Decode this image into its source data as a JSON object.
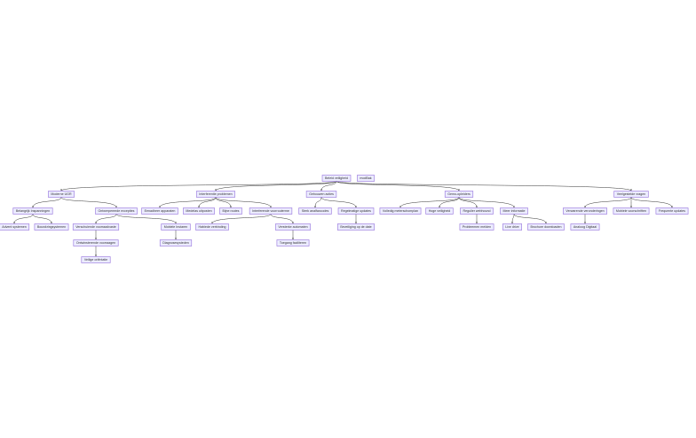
{
  "diagram": {
    "type": "flowchart-tree",
    "nodes": [
      {
        "id": "root",
        "label": "Beleid veiligheid"
      },
      {
        "id": "modbak",
        "label": "modBak"
      },
      {
        "id": "ugr",
        "label": "Moderne UGR"
      },
      {
        "id": "intprob",
        "label": "Interferentie problemen"
      },
      {
        "id": "geb",
        "label": "Gebouwen acties"
      },
      {
        "id": "gem",
        "label": "Gemo-opleiders"
      },
      {
        "id": "veel",
        "label": "Veelgestelde vragen"
      },
      {
        "id": "bel",
        "label": "Belangrijk Inspanningen"
      },
      {
        "id": "ont",
        "label": "Ontwerpereede excepties"
      },
      {
        "id": "pm",
        "label": "Eenadheer apparaten"
      },
      {
        "id": "med",
        "label": "Medelas uitposten"
      },
      {
        "id": "bet",
        "label": "Bijne routes"
      },
      {
        "id": "ivi",
        "label": "Interferende voorrouterme"
      },
      {
        "id": "sto",
        "label": "Sterk analfaxcodes"
      },
      {
        "id": "req",
        "label": "Regelmatige updates"
      },
      {
        "id": "vol",
        "label": "Volledig meterschomplan"
      },
      {
        "id": "hoge",
        "label": "Hoge veiligheid"
      },
      {
        "id": "reg",
        "label": "Regulier webhound"
      },
      {
        "id": "mee",
        "label": "Meer informatie"
      },
      {
        "id": "vrs",
        "label": "Verwarende veronderingen"
      },
      {
        "id": "mob",
        "label": "Mobiele voorschriften"
      },
      {
        "id": "freq",
        "label": "Frequente updates"
      },
      {
        "id": "adv",
        "label": "Advent systemen"
      },
      {
        "id": "bouw",
        "label": "Bouwkringsystemen"
      },
      {
        "id": "vers",
        "label": "Verschuiende voorraadvaste"
      },
      {
        "id": "mogl",
        "label": "Mobiele Instaren"
      },
      {
        "id": "hab",
        "label": "Habiede verbinding"
      },
      {
        "id": "ver",
        "label": "Versterke automaten"
      },
      {
        "id": "bev",
        "label": "Beveiliging op de date"
      },
      {
        "id": "prob",
        "label": "Probleemen melden"
      },
      {
        "id": "lez",
        "label": "Live drive"
      },
      {
        "id": "broc",
        "label": "Brochure downloaden"
      },
      {
        "id": "asp",
        "label": "Analoog Digitaal"
      },
      {
        "id": "ontv",
        "label": "Ontwinsterende voorraagen"
      },
      {
        "id": "diag",
        "label": "Diagnosesysteden"
      },
      {
        "id": "toeg",
        "label": "Toegang faciliteren"
      },
      {
        "id": "veil",
        "label": "Veilige oriëntatie"
      }
    ],
    "edges": [
      [
        "root",
        "ugr"
      ],
      [
        "root",
        "intprob"
      ],
      [
        "root",
        "geb"
      ],
      [
        "root",
        "gem"
      ],
      [
        "root",
        "veel"
      ],
      [
        "ugr",
        "bel"
      ],
      [
        "ugr",
        "ont"
      ],
      [
        "intprob",
        "pm"
      ],
      [
        "intprob",
        "med"
      ],
      [
        "intprob",
        "bet"
      ],
      [
        "intprob",
        "ivi"
      ],
      [
        "geb",
        "sto"
      ],
      [
        "geb",
        "req"
      ],
      [
        "gem",
        "vol"
      ],
      [
        "gem",
        "hoge"
      ],
      [
        "gem",
        "reg"
      ],
      [
        "gem",
        "mee"
      ],
      [
        "veel",
        "vrs"
      ],
      [
        "veel",
        "mob"
      ],
      [
        "veel",
        "freq"
      ],
      [
        "bel",
        "adv"
      ],
      [
        "bel",
        "bouw"
      ],
      [
        "ont",
        "vers"
      ],
      [
        "ont",
        "mogl"
      ],
      [
        "ivi",
        "hab"
      ],
      [
        "ivi",
        "ver"
      ],
      [
        "req",
        "bev"
      ],
      [
        "reg",
        "prob"
      ],
      [
        "mee",
        "lez"
      ],
      [
        "mee",
        "broc"
      ],
      [
        "vrs",
        "asp"
      ],
      [
        "vers",
        "ontv"
      ],
      [
        "mogl",
        "diag"
      ],
      [
        "ver",
        "toeg"
      ],
      [
        "ontv",
        "veil"
      ]
    ]
  }
}
